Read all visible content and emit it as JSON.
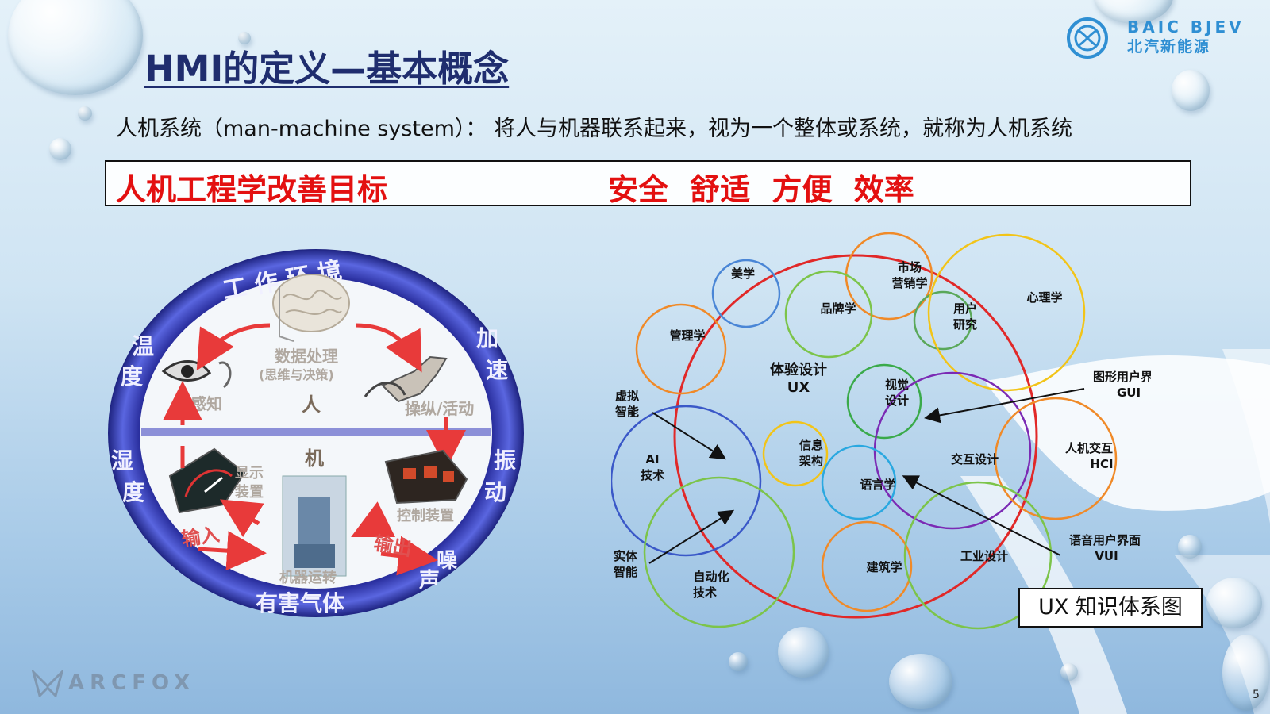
{
  "slide": {
    "title": "HMI的定义—基本概念",
    "definition": "人机系统（man-machine system）： 将人与机器联系起来，视为一个整体或系统，就称为人机系统",
    "page_number": "5"
  },
  "logos": {
    "brand_en": "BAIC BJEV",
    "brand_cn": "北汽新能源",
    "footer_brand": "ARCFOX"
  },
  "goal_box": {
    "title": "人机工程学改善目标",
    "items": "安全  舒适  方便  效率"
  },
  "left_diagram": {
    "ring_top": "工 作 环 境",
    "ring_left_top": [
      "温",
      "度"
    ],
    "ring_left_bottom": [
      "湿",
      "度"
    ],
    "ring_right_top": [
      "加",
      "速"
    ],
    "ring_right_bottom": [
      "振",
      "动"
    ],
    "ring_bottom": "有害气体",
    "ring_bottom_right": [
      "噪",
      "声"
    ],
    "brain_label_1": "数据处理",
    "brain_label_2": "(思维与决策)",
    "human": "人",
    "machine": "机",
    "sense": "感知",
    "operate": "操纵/活动",
    "display": [
      "显示",
      "装置"
    ],
    "control": "控制装置",
    "input": "输入",
    "output": "输出",
    "machine_run": "机器运转"
  },
  "venn": {
    "aesthetics": "美学",
    "marketing": [
      "市场",
      "营销学"
    ],
    "brand": "品牌学",
    "user_research": [
      "用户",
      "研究"
    ],
    "psychology": "心理学",
    "management": "管理学",
    "ux": [
      "体验设计",
      "UX"
    ],
    "visual": [
      "视觉",
      "设计"
    ],
    "gui": [
      "图形用户界面",
      "GUI"
    ],
    "virtual": [
      "虚拟",
      "智能"
    ],
    "ai": [
      "AI",
      "技术"
    ],
    "info_arch": [
      "信息",
      "架构"
    ],
    "interaction": "交互设计",
    "hci": [
      "人机交互",
      "HCI"
    ],
    "linguistics": "语言学",
    "physical": [
      "实体",
      "智能"
    ],
    "automation": [
      "自动化",
      "技术"
    ],
    "architecture": "建筑学",
    "industrial": "工业设计",
    "vui": [
      "语音用户界面",
      "VUI"
    ],
    "caption": "UX 知识体系图"
  },
  "colors": {
    "title": "#1f2d6e",
    "goal_text": "#e31010",
    "brand_blue": "#2f8fd3",
    "ring_blue": "#3b43b8"
  }
}
